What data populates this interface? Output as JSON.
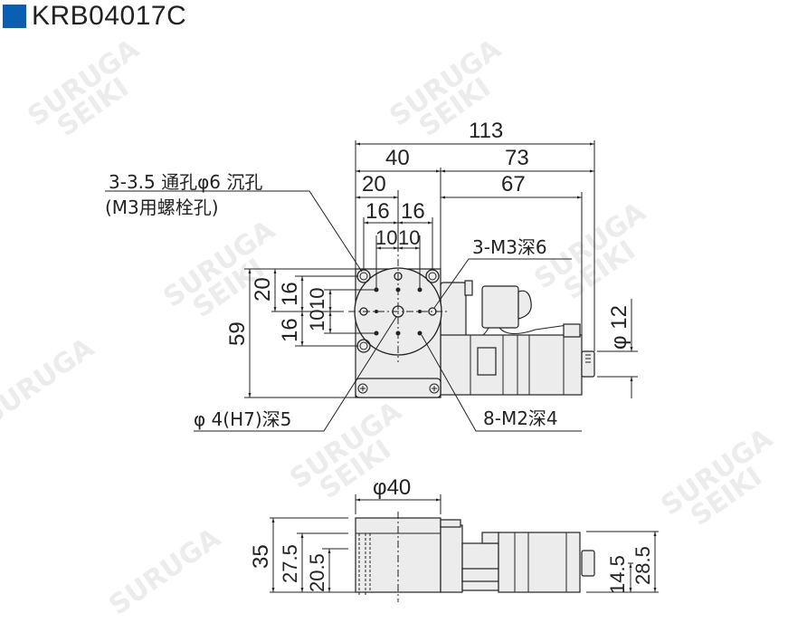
{
  "header": {
    "model": "KRB04017C",
    "accent_color": "#0a5fb4"
  },
  "watermark": {
    "line1": "SURUGA",
    "line2": "SEIKI"
  },
  "top_view": {
    "dims_horizontal": {
      "overall": "113",
      "stage": "40",
      "motor": "73",
      "motor_inner": "67",
      "half_stage": "20",
      "hole_left": "16",
      "hole_right": "16",
      "pitch_left": "10",
      "pitch_right": "10"
    },
    "dims_vertical": {
      "overall": "59",
      "top_offset": "20",
      "hole_upper": "16",
      "hole_lower": "16",
      "pitch_upper": "10",
      "pitch_lower": "10",
      "shaft_dia": "φ 12"
    },
    "notes": {
      "through_hole_line1": "3-3.5 通孔φ6 沉孔",
      "through_hole_line2": "(M3用螺栓孔)",
      "tapped_m3": "3-M3深6",
      "pin_hole": "φ 4(H7)深5",
      "tapped_m2": "8-M2深4"
    }
  },
  "side_view": {
    "dims": {
      "diameter": "φ40",
      "height_overall": "35",
      "height_mid": "27.5",
      "height_low": "20.5",
      "motor_height": "28.5",
      "shaft_height": "14.5"
    }
  }
}
